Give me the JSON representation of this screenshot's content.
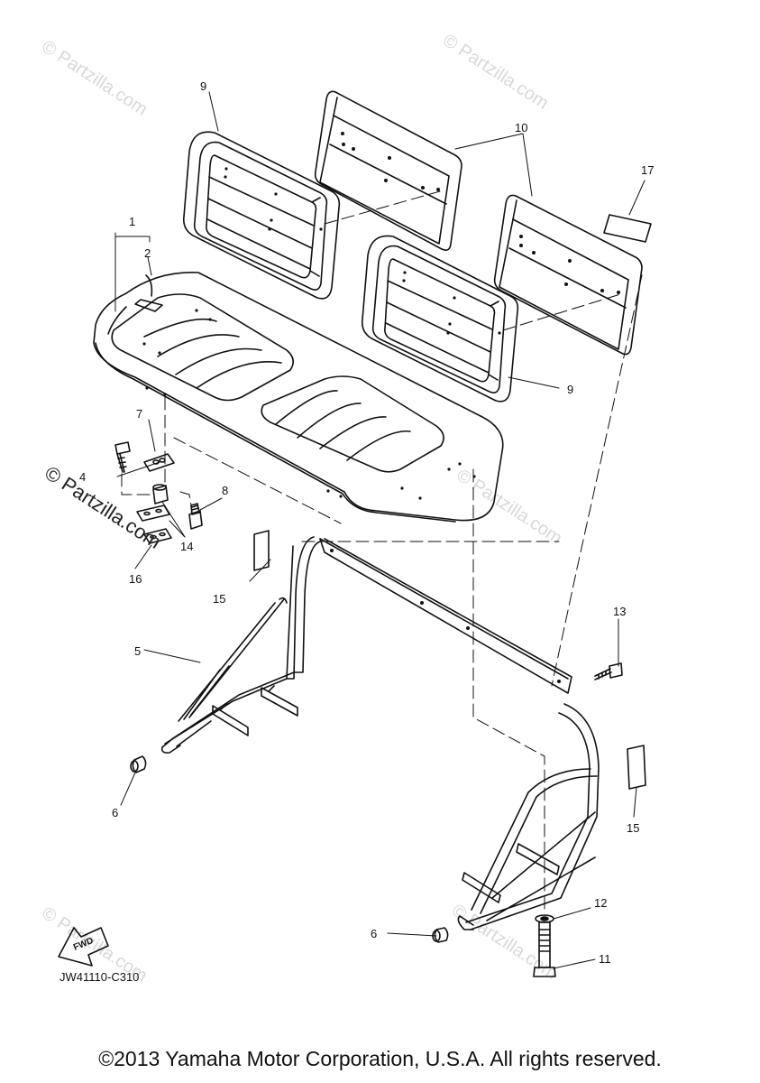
{
  "callouts": {
    "c1": "1",
    "c2": "2",
    "c4": "4",
    "c5": "5",
    "c6a": "6",
    "c6b": "6",
    "c7": "7",
    "c8": "8",
    "c9a": "9",
    "c9b": "9",
    "c10": "10",
    "c11": "11",
    "c12": "12",
    "c13": "13",
    "c14": "14",
    "c15a": "15",
    "c15b": "15",
    "c16": "16",
    "c17": "17"
  },
  "watermarks": {
    "light": "© Partzilla.com",
    "dark": "© Partzilla.com"
  },
  "fwd_label": "FWD",
  "diagram_code": "JW41110-C310",
  "copyright": "©2013 Yamaha Motor Corporation, U.S.A. All rights reserved."
}
